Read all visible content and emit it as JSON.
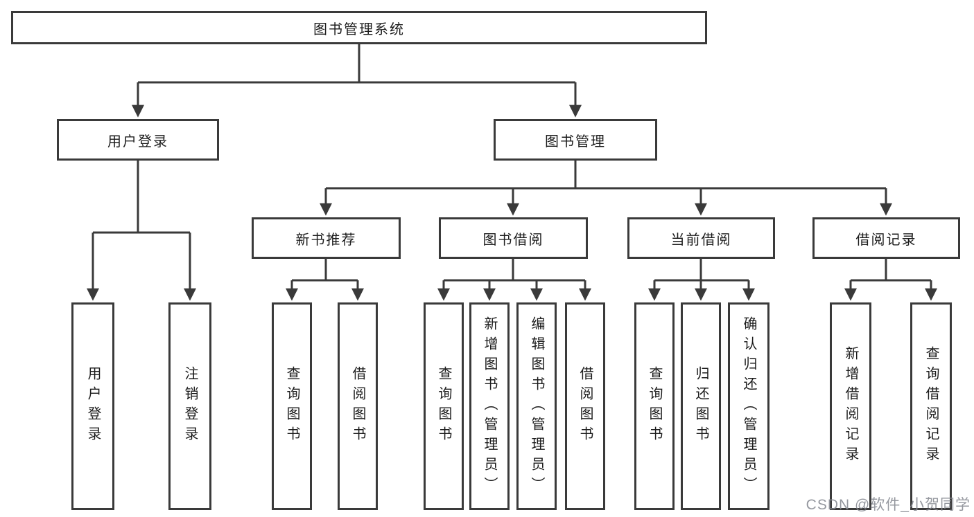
{
  "diagram": {
    "root": {
      "label": "图书管理系统"
    },
    "level2": [
      {
        "id": "user-login",
        "label": "用户登录"
      },
      {
        "id": "book-management",
        "label": "图书管理"
      }
    ],
    "level3": [
      {
        "id": "new-book-recommend",
        "label": "新书推荐"
      },
      {
        "id": "book-borrow",
        "label": "图书借阅"
      },
      {
        "id": "current-borrow",
        "label": "当前借阅"
      },
      {
        "id": "borrow-records",
        "label": "借阅记录"
      }
    ],
    "leaves": {
      "user_login": [
        "用户登录",
        "注销登录"
      ],
      "new_book_recommend": [
        "查询图书",
        "借阅图书"
      ],
      "book_borrow": [
        "查询图书",
        "新增图书（管理员）",
        "编辑图书（管理员）",
        "借阅图书"
      ],
      "current_borrow": [
        "查询图书",
        "归还图书",
        "确认归还（管理员）"
      ],
      "borrow_records": [
        "新增借阅记录",
        "查询借阅记录"
      ]
    },
    "colors": {
      "line": "#3a3a3a",
      "text": "#1c1c1c",
      "background": "#ffffff",
      "watermark": "#868a92"
    }
  },
  "watermark": {
    "text": "CSDN @软件_小贺同学"
  }
}
